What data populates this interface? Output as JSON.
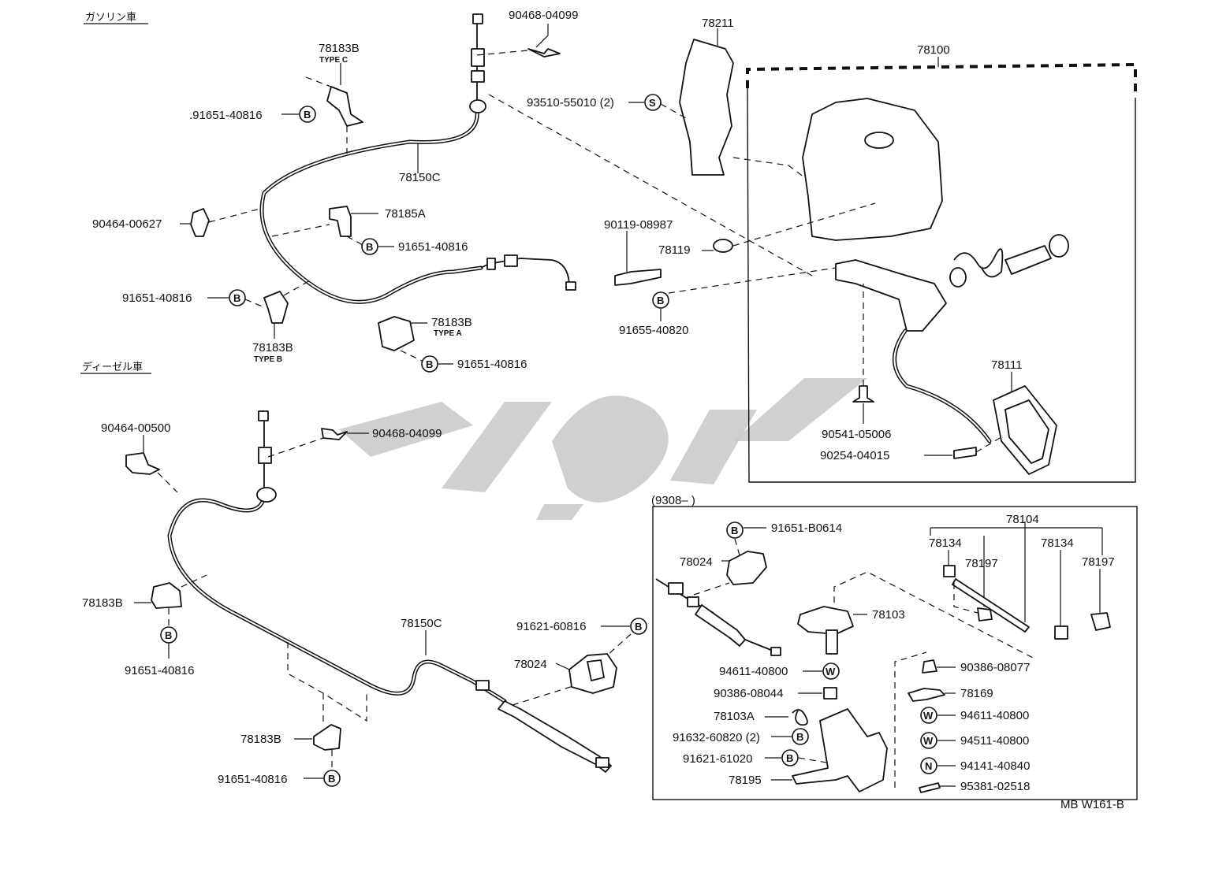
{
  "sections": {
    "gasoline": "ガソリン車",
    "diesel": "ディーゼル車",
    "inset": "(9308–        )"
  },
  "footer_code": "MB W161-B",
  "labels": {
    "p90468_top": "90468-04099",
    "p78211": "78211",
    "p78100": "78100",
    "p78183B_c": "78183B",
    "type_c": "TYPE C",
    "p91651_a": ".91651-40816",
    "p93510": "93510-55010 (2)",
    "p78150C_top": "78150C",
    "p90464_627": "90464-00627",
    "p78185A": "78185A",
    "p91651_b": "91651-40816",
    "p90119": "90119-08987",
    "p78119": "78119",
    "p91651_c": "91651-40816",
    "p78183B_b": "78183B",
    "type_b": "TYPE B",
    "p78183B_a": "78183B",
    "type_a": "TYPE A",
    "p91651_d": "91651-40816",
    "p91655": "91655-40820",
    "p78111": "78111",
    "p90541": "90541-05006",
    "p90254": "90254-04015",
    "p90464_500": "90464-00500",
    "p90468_mid": "90468-04099",
    "p78183B_d1": "78183B",
    "p91651_e": "91651-40816",
    "p78150C_bot": "78150C",
    "p91621_60816": "91621-60816",
    "p78024_main": "78024",
    "p78183B_d2": "78183B",
    "p91651_f": "91651-40816",
    "p91651_B0614": "91651-B0614",
    "p78024_inset": "78024",
    "p78103": "78103",
    "p78104": "78104",
    "p78134_l": "78134",
    "p78197_l": "78197",
    "p78134_r": "78134",
    "p78197_r": "78197",
    "p94611_l": "94611-40800",
    "p90386_08044": "90386-08044",
    "p78103A": "78103A",
    "p91632": "91632-60820 (2)",
    "p91621_61020": "91621-61020",
    "p78195": "78195",
    "p90386_08077": "90386-08077",
    "p78169": "78169",
    "p94611_r": "94611-40800",
    "p94511": "94511-40800",
    "p94141": "94141-40840",
    "p95381": "95381-02518"
  },
  "codes": {
    "bolt": "B",
    "screw": "S",
    "washer": "W",
    "nut": "N"
  }
}
